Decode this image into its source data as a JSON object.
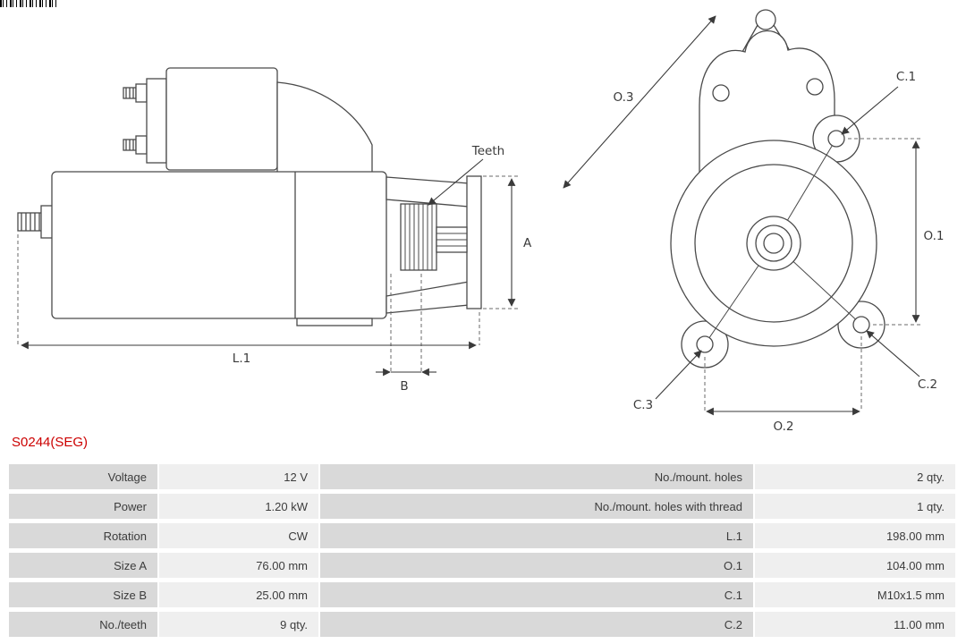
{
  "part_number": "S0244(SEG)",
  "accent_color": "#cc0000",
  "diagram": {
    "labels": {
      "teeth": "Teeth",
      "a": "A",
      "b": "B",
      "l1": "L.1",
      "o1": "O.1",
      "o2": "O.2",
      "o3": "O.3",
      "c1": "C.1",
      "c2": "C.2",
      "c3": "C.3"
    }
  },
  "specs": {
    "rows": [
      {
        "label_left": "Voltage",
        "value_left": "12 V",
        "label_right": "No./mount. holes",
        "value_right": "2 qty."
      },
      {
        "label_left": "Power",
        "value_left": "1.20 kW",
        "label_right": "No./mount. holes with thread",
        "value_right": "1 qty."
      },
      {
        "label_left": "Rotation",
        "value_left": "CW",
        "label_right": "L.1",
        "value_right": "198.00 mm"
      },
      {
        "label_left": "Size A",
        "value_left": "76.00 mm",
        "label_right": "O.1",
        "value_right": "104.00 mm"
      },
      {
        "label_left": "Size B",
        "value_left": "25.00 mm",
        "label_right": "C.1",
        "value_right": "M10x1.5 mm"
      },
      {
        "label_left": "No./teeth",
        "value_left": "9 qty.",
        "label_right": "C.2",
        "value_right": "11.00 mm"
      }
    ]
  }
}
